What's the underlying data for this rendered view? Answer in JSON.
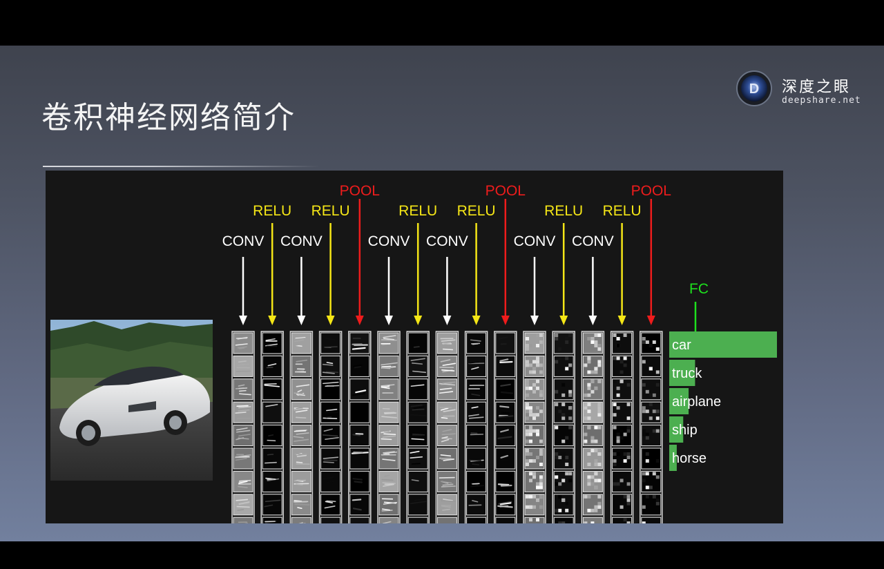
{
  "slide": {
    "title": "卷积神经网络简介"
  },
  "logo": {
    "name_cn": "深度之眼",
    "domain": "deepshare.net",
    "mark_letter": "D"
  },
  "network": {
    "layers": [
      {
        "type": "CONV",
        "label": "CONV",
        "color": "#ffffff"
      },
      {
        "type": "RELU",
        "label": "RELU",
        "color": "#f5e616"
      },
      {
        "type": "CONV",
        "label": "CONV",
        "color": "#ffffff"
      },
      {
        "type": "RELU",
        "label": "RELU",
        "color": "#f5e616"
      },
      {
        "type": "POOL",
        "label": "POOL",
        "color": "#ee1c1c"
      },
      {
        "type": "CONV",
        "label": "CONV",
        "color": "#ffffff"
      },
      {
        "type": "RELU",
        "label": "RELU",
        "color": "#f5e616"
      },
      {
        "type": "CONV",
        "label": "CONV",
        "color": "#ffffff"
      },
      {
        "type": "RELU",
        "label": "RELU",
        "color": "#f5e616"
      },
      {
        "type": "POOL",
        "label": "POOL",
        "color": "#ee1c1c"
      },
      {
        "type": "CONV",
        "label": "CONV",
        "color": "#ffffff"
      },
      {
        "type": "RELU",
        "label": "RELU",
        "color": "#f5e616"
      },
      {
        "type": "CONV",
        "label": "CONV",
        "color": "#ffffff"
      },
      {
        "type": "RELU",
        "label": "RELU",
        "color": "#f5e616"
      },
      {
        "type": "POOL",
        "label": "POOL",
        "color": "#ee1c1c"
      }
    ],
    "fc": {
      "label": "FC",
      "color": "#1ee01e"
    },
    "classes": [
      {
        "name": "car",
        "score": 1.0
      },
      {
        "name": "truck",
        "score": 0.24
      },
      {
        "name": "airplane",
        "score": 0.18
      },
      {
        "name": "ship",
        "score": 0.13
      },
      {
        "name": "horse",
        "score": 0.07
      }
    ],
    "bar_color": "#4caf50"
  }
}
